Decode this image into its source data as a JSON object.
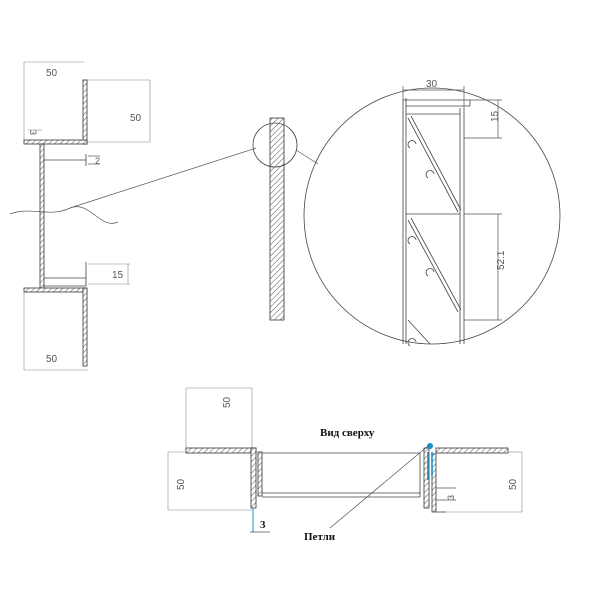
{
  "colors": {
    "line": "#444444",
    "dimension": "#888888",
    "hinge_highlight": "#1a8fc9",
    "background": "#ffffff"
  },
  "left_view": {
    "dim_top_width": "50",
    "dim_top_height": "50",
    "dim_flange": "3",
    "dim_gap": "2",
    "dim_lower": "15",
    "dim_bottom_height": "50"
  },
  "detail_view": {
    "dim_width": "30",
    "dim_upper": "15",
    "dim_pitch": "52.1"
  },
  "top_view": {
    "title": "Вид сверху",
    "hinges_label": "Петли",
    "dim_top": "50",
    "dim_left": "50",
    "dim_right": "50",
    "dim_small": "3",
    "dim_wall": "3"
  }
}
